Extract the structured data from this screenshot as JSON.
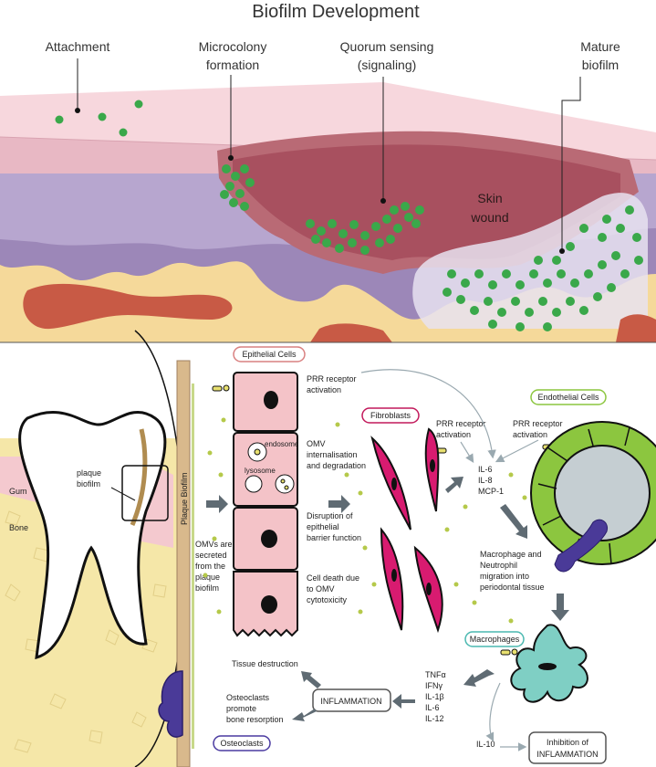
{
  "title": "Biofilm Development",
  "top_labels": {
    "attachment": "Attachment",
    "microcolony_1": "Microcolony",
    "microcolony_2": "formation",
    "quorum_1": "Quorum sensing",
    "quorum_2": "(signaling)",
    "mature_1": "Mature",
    "mature_2": "biofilm",
    "wound_1": "Skin",
    "wound_2": "wound"
  },
  "tooth": {
    "gum": "Gum",
    "bone": "Bone",
    "plaque_1": "plaque",
    "plaque_2": "biofilm",
    "plaque_vertical": "Plaque Biofilm"
  },
  "cells": {
    "epithelial": "Epithelial Cells",
    "fibroblasts": "Fibroblasts",
    "endothelial": "Endothelial Cells",
    "macrophages": "Macrophages",
    "osteoclasts": "Osteoclasts",
    "endosome": "endosome",
    "lysosome": "lysosome"
  },
  "texts": {
    "prr1_1": "PRR receptor",
    "prr1_2": "activation",
    "omv_1": "OMV",
    "omv_2": "internalisation",
    "omv_3": "and degradation",
    "disr_1": "Disruption of",
    "disr_2": "epithelial",
    "disr_3": "barrier function",
    "death_1": "Cell death due",
    "death_2": "to OMV",
    "death_3": "cytotoxicity",
    "omvs_1": "OMVs are",
    "omvs_2": "secreted",
    "omvs_3": "from the",
    "omvs_4": "plaque",
    "omvs_5": "biofilm",
    "prr2_1": "PRR receptor",
    "prr2_2": "activation",
    "prr3_1": "PRR receptor",
    "prr3_2": "activation",
    "cyt_1": "IL-6",
    "cyt_2": "IL-8",
    "cyt_3": "MCP-1",
    "mig_1": "Macrophage and",
    "mig_2": "Neutrophil",
    "mig_3": "migration into",
    "mig_4": "periodontal tissue",
    "tnf_1": "TNFα",
    "tnf_2": "IFNγ",
    "tnf_3": "IL-1β",
    "tnf_4": "IL-6",
    "tnf_5": "IL-12",
    "inflammation": "INFLAMMATION",
    "tissue": "Tissue destruction",
    "osteo_1": "Osteoclasts",
    "osteo_2": "promote",
    "osteo_3": "bone resorption",
    "il10": "IL-10",
    "inhib_1": "Inhibition of",
    "inhib_2": "INFLAMMATION"
  },
  "colors": {
    "epithelial_tag": "#d98080",
    "fibroblasts_tag": "#c2185b",
    "endothelial_tag": "#8cc63f",
    "macrophages_tag": "#4ab8b0",
    "osteoclasts_tag": "#4a3aa0",
    "omv": "#b5c94a",
    "bacteria": "#3aa84a",
    "arrow": "#5f6b73"
  }
}
